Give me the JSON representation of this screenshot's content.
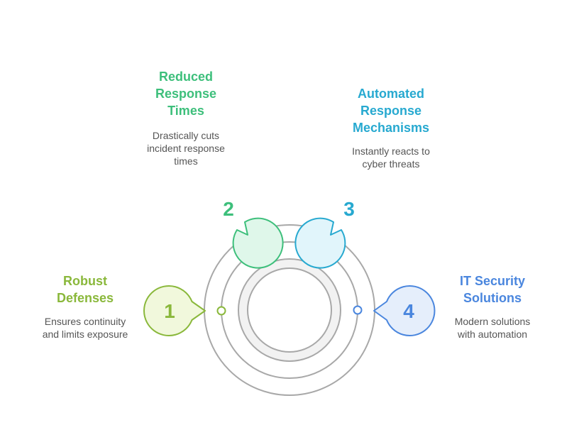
{
  "items": [
    {
      "number": "1",
      "title": "Robust\nDefenses",
      "description": "Ensures continuity\nand limits exposure",
      "color": "#8ab83b",
      "fill": "#f1f8dc"
    },
    {
      "number": "2",
      "title": "Reduced\nResponse\nTimes",
      "description": "Drastically cuts\nincident response\ntimes",
      "color": "#3dbf7b",
      "fill": "#dff7ea"
    },
    {
      "number": "3",
      "title": "Automated\nResponse\nMechanisms",
      "description": "Instantly reacts to\ncyber threats",
      "color": "#27a9d0",
      "fill": "#e1f5fb"
    },
    {
      "number": "4",
      "title": "IT Security\nSolutions",
      "description": "Modern solutions\nwith automation",
      "color": "#4a86de",
      "fill": "#e5eefb"
    }
  ]
}
